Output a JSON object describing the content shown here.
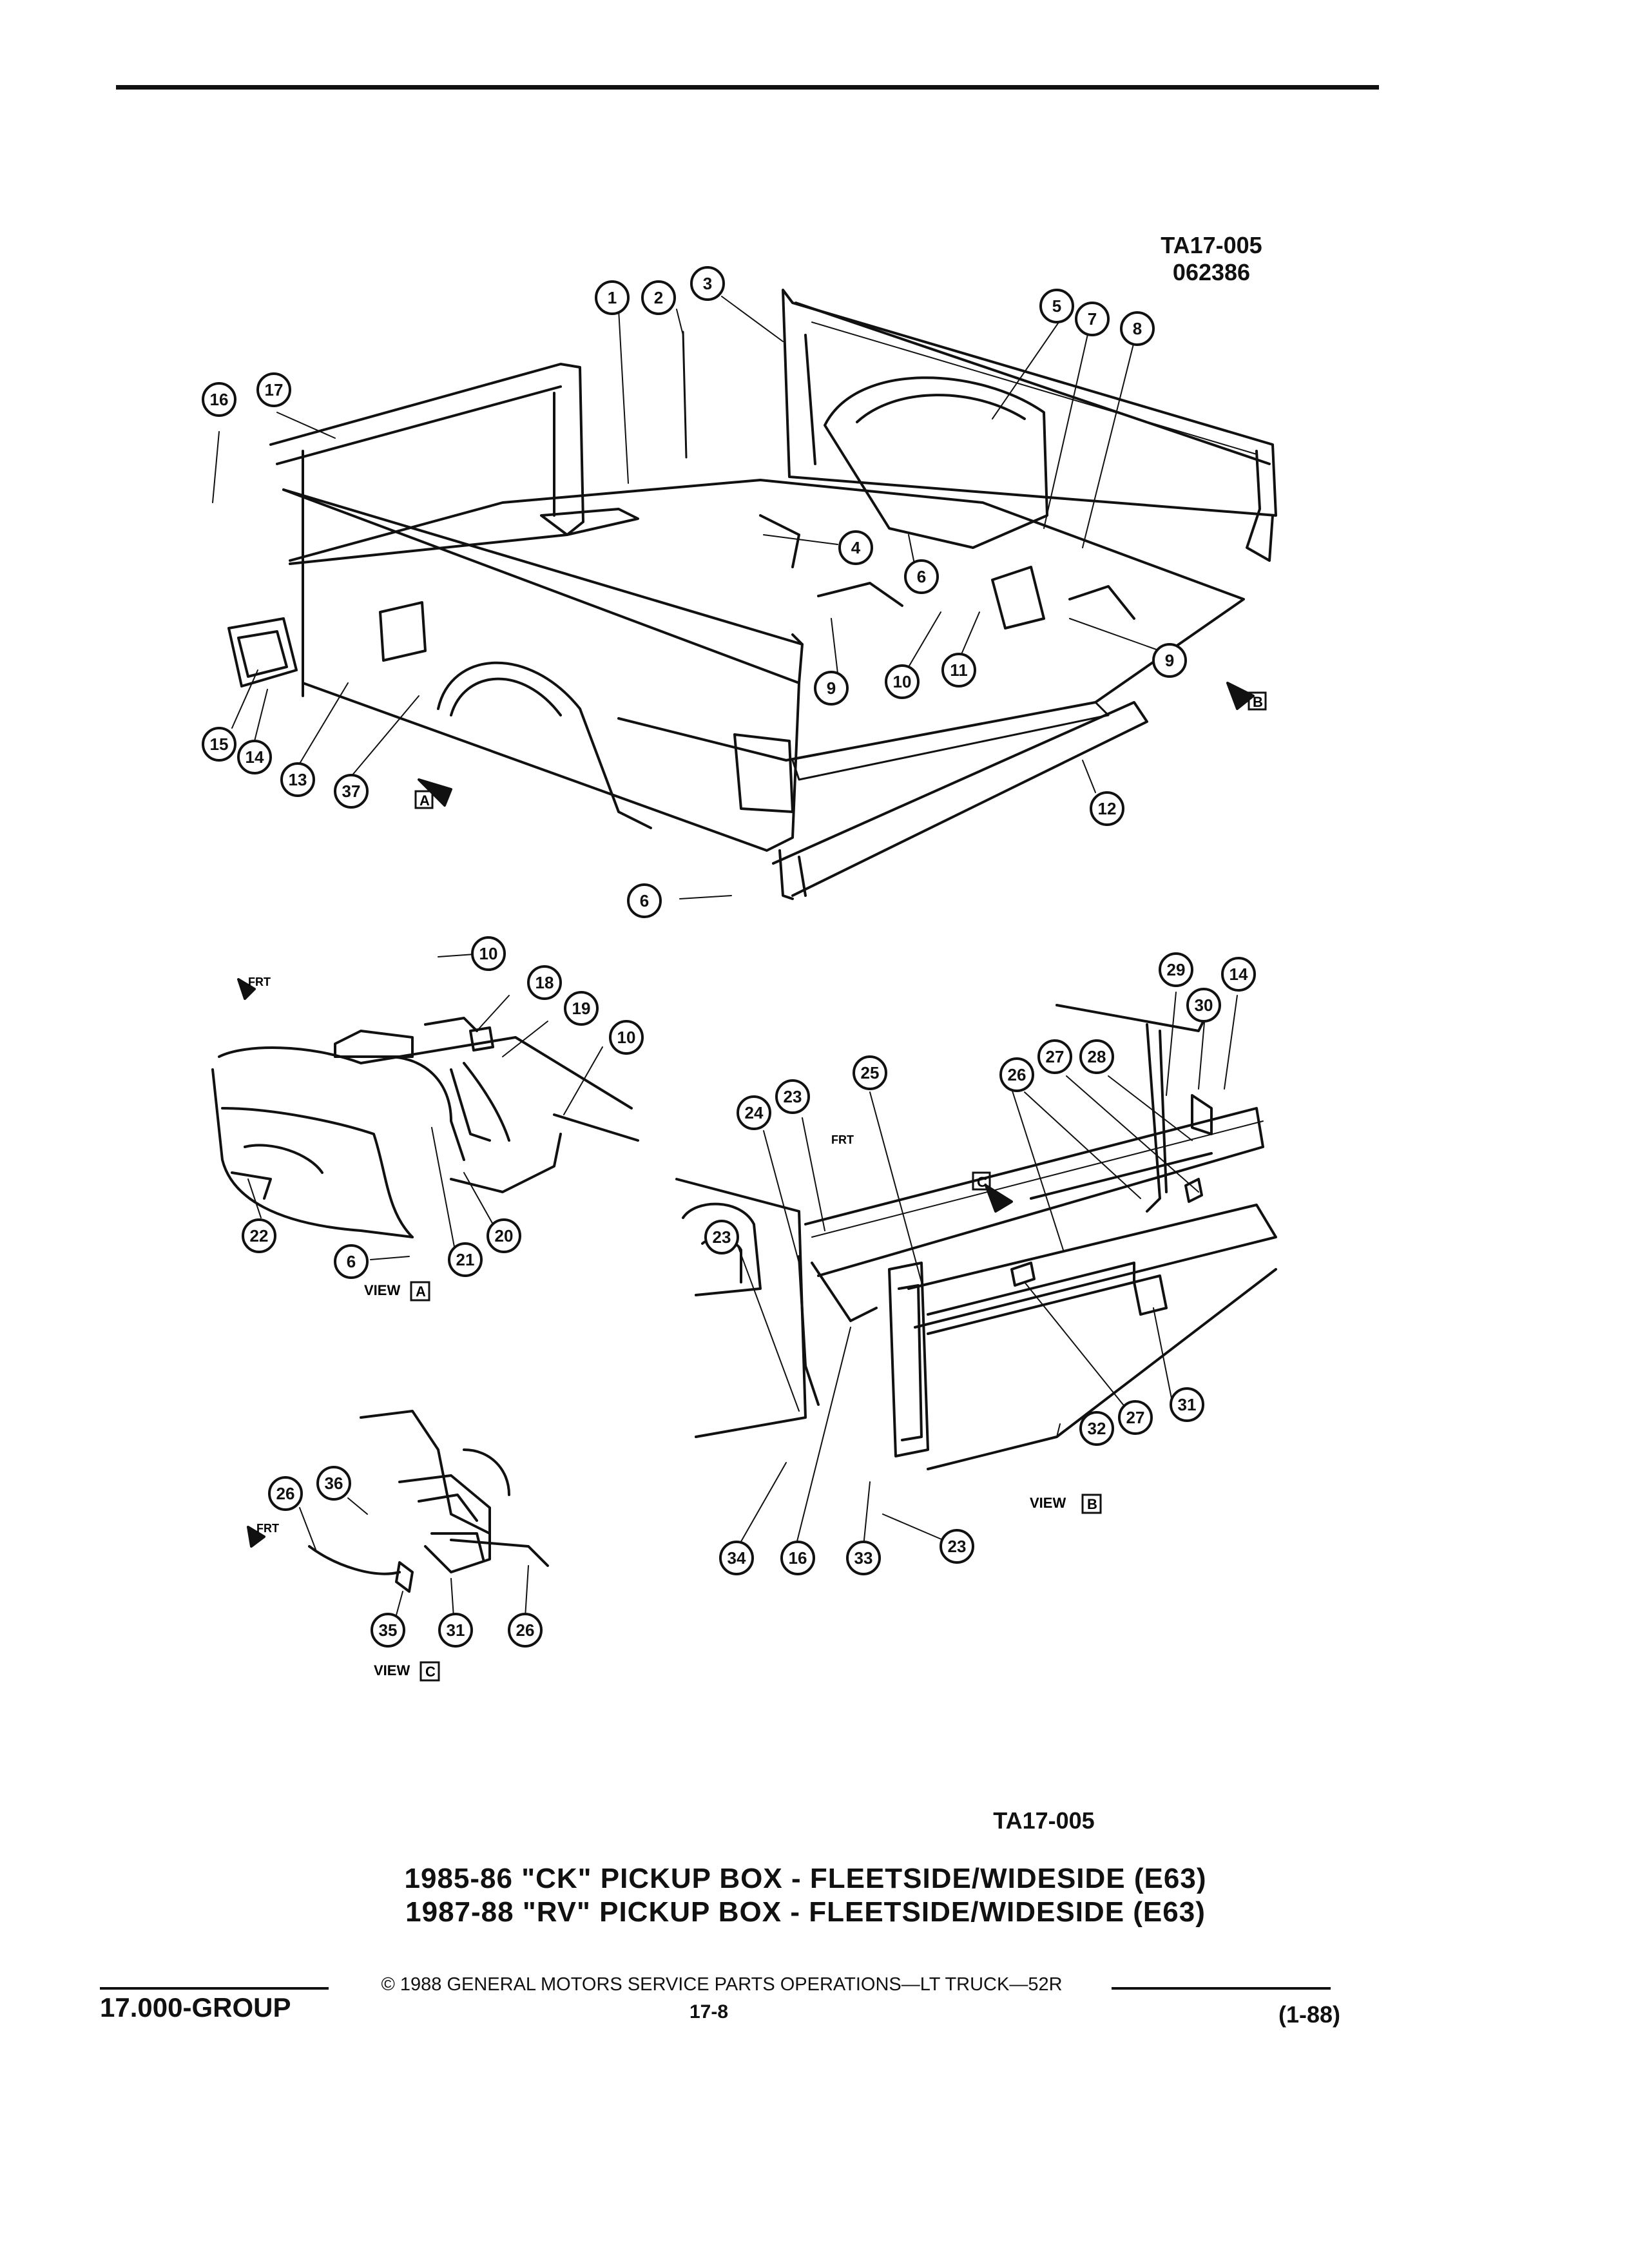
{
  "ref_code_top": "TA17-005",
  "ref_date_top": "062386",
  "ref_code_bottom": "TA17-005",
  "caption": {
    "line1": "1985-86 \"CK\" PICKUP BOX - FLEETSIDE/WIDESIDE (E63)",
    "line2": "1987-88 \"RV\" PICKUP BOX - FLEETSIDE/WIDESIDE (E63)"
  },
  "footer": {
    "group": "17.000-GROUP",
    "copyright": "© 1988 GENERAL MOTORS SERVICE PARTS OPERATIONS—LT TRUCK—52R",
    "page": "17-8",
    "revision": "(1-88)"
  },
  "views": {
    "a": {
      "word": "VIEW",
      "letter": "A"
    },
    "b": {
      "word": "VIEW",
      "letter": "B"
    },
    "c": {
      "word": "VIEW",
      "letter": "C"
    }
  },
  "direction": {
    "frt": "FRT",
    "a": "A",
    "b": "B",
    "c": "C"
  },
  "callouts": {
    "main": [
      "1",
      "2",
      "3",
      "5",
      "7",
      "8",
      "16",
      "17",
      "4",
      "6",
      "9",
      "10",
      "11",
      "9",
      "15",
      "14",
      "13",
      "37",
      "12",
      "6"
    ],
    "view_a": [
      "10",
      "18",
      "19",
      "10",
      "22",
      "6",
      "21",
      "20"
    ],
    "view_b": [
      "29",
      "14",
      "30",
      "26",
      "27",
      "28",
      "25",
      "24",
      "23",
      "23",
      "27",
      "31",
      "32",
      "34",
      "16",
      "33",
      "23"
    ],
    "view_c": [
      "26",
      "36",
      "35",
      "31",
      "26"
    ]
  }
}
